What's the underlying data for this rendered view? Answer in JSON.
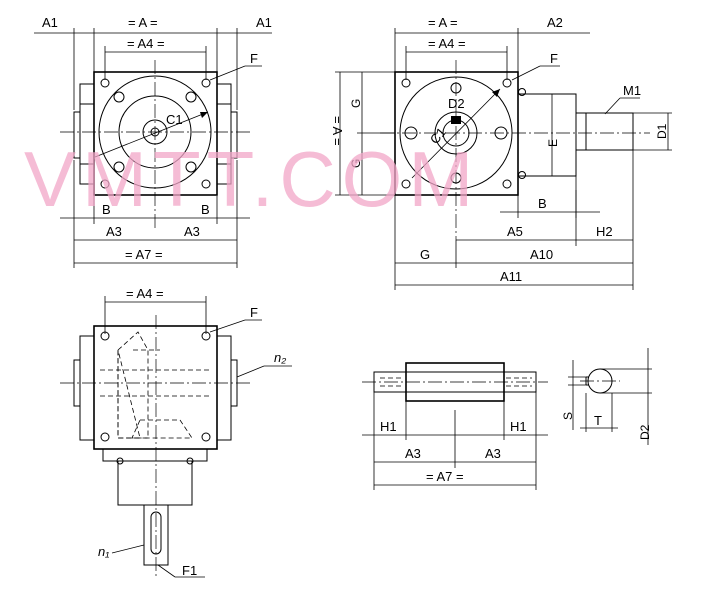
{
  "labels": {
    "A": "= A =",
    "A_vert": "= A =",
    "A1": "A1",
    "A2": "A2",
    "A3": "A3",
    "A4": "= A4 =",
    "A5": "A5",
    "A7": "= A7 =",
    "A10": "A10",
    "A11": "A11",
    "B": "B",
    "C1": "C1",
    "D1": "D1",
    "D2": "D2",
    "E": "E",
    "F": "F",
    "F1": "F1",
    "G": "G",
    "H1": "H1",
    "H2": "H2",
    "M1": "M1",
    "S": "S",
    "T": "T",
    "n1": "n₁",
    "n2": "n₂"
  },
  "watermark": "VMTT.COM",
  "colors": {
    "lines": "#000000",
    "watermark": "#f2a6c8",
    "background": "#ffffff"
  }
}
